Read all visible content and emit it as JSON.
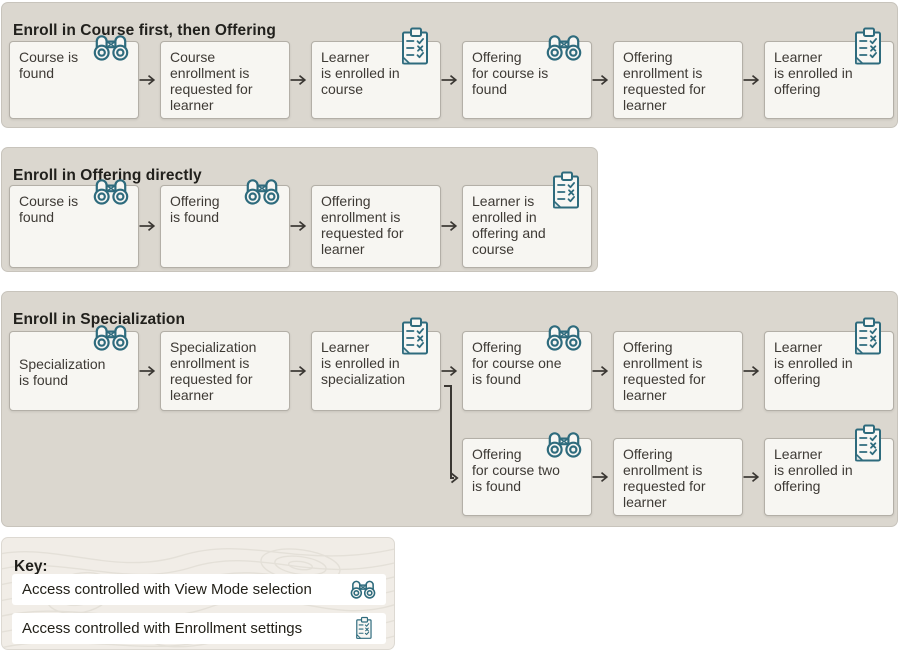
{
  "colors": {
    "panel_bg": "#dbd7cf",
    "panel_border": "#c8c4bc",
    "box_bg": "#f7f6f2",
    "box_border": "#b3afa7",
    "box_text": "#3e3a35",
    "title_text": "#21201c",
    "arrow": "#3a3733",
    "icon_teal": "#2e6b7d",
    "key_bg": "#f1ede7",
    "key_row_bg": "#ffffff"
  },
  "icons": {
    "binoculars": "binoculars-icon (View Mode selection)",
    "clipboard": "clipboard-checklist-icon (Enrollment settings)"
  },
  "panels": [
    {
      "title": "Enroll in Course first, then Offering",
      "boxes": [
        {
          "label": "Course is\nfound",
          "icon": "binoculars"
        },
        {
          "label": "Course\nenrollment is\nrequested for\nlearner",
          "icon": null
        },
        {
          "label": "Learner\nis enrolled in\ncourse",
          "icon": "clipboard"
        },
        {
          "label": "Offering\nfor course is\nfound",
          "icon": "binoculars"
        },
        {
          "label": "Offering\nenrollment is\nrequested for\nlearner",
          "icon": null
        },
        {
          "label": "Learner\nis enrolled in\noffering",
          "icon": "clipboard"
        }
      ]
    },
    {
      "title": "Enroll in Offering directly",
      "boxes": [
        {
          "label": "Course is\nfound",
          "icon": "binoculars"
        },
        {
          "label": "Offering\nis found",
          "icon": "binoculars"
        },
        {
          "label": "Offering\nenrollment is\nrequested for\nlearner",
          "icon": null
        },
        {
          "label": "Learner is\nenrolled in\noffering and\ncourse",
          "icon": "clipboard"
        }
      ]
    },
    {
      "title": "Enroll in Specialization",
      "boxes": [
        {
          "label": "Specialization\nis found",
          "icon": "binoculars"
        },
        {
          "label": "Specialization\nenrollment is\nrequested for\nlearner",
          "icon": null
        },
        {
          "label": "Learner\nis enrolled in\nspecialization",
          "icon": "clipboard"
        },
        {
          "label": "Offering\nfor course one\nis found",
          "icon": "binoculars"
        },
        {
          "label": "Offering\nenrollment is\nrequested for\nlearner",
          "icon": null
        },
        {
          "label": "Learner\nis enrolled in\noffering",
          "icon": "clipboard"
        },
        {
          "label": "Offering\nfor course two\nis found",
          "icon": "binoculars"
        },
        {
          "label": "Offering\nenrollment is\nrequested for\nlearner",
          "icon": null
        },
        {
          "label": "Learner\nis enrolled in\noffering",
          "icon": "clipboard"
        }
      ]
    }
  ],
  "key": {
    "title": "Key:",
    "items": [
      {
        "label": "Access controlled with View Mode selection",
        "icon": "binoculars"
      },
      {
        "label": "Access controlled with Enrollment settings",
        "icon": "clipboard"
      }
    ]
  }
}
